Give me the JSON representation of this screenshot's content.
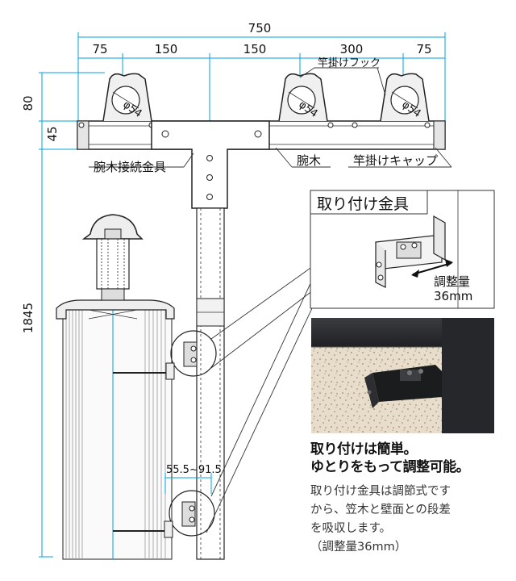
{
  "dimensions": {
    "total_width": "750",
    "w1": "75",
    "w2": "150",
    "w3": "150",
    "w4": "300",
    "w5": "75",
    "h_top": "80",
    "h_beam": "45",
    "h_total": "1845",
    "hook_dia": "φ54",
    "adjust_range": "55.5~91.5"
  },
  "labels": {
    "hook": "竿掛けフック",
    "arm_bracket": "腕木接続金具",
    "arm": "腕木",
    "cap": "竿掛けキャップ",
    "detail_title": "取り付け金具",
    "adjust_label": "調整量",
    "adjust_value": "36mm"
  },
  "caption": {
    "heading_line1": "取り付けは簡単。",
    "heading_line2": "ゆとりをもって調整可能。",
    "body_line1": "取り付け金具は調節式です",
    "body_line2": "から、笠木と壁面との段差",
    "body_line3": "を吸収します。",
    "body_line4": "（調整量36mm）"
  },
  "colors": {
    "dimension_line": "#00a0e0",
    "photo_dark": "#2a2c30",
    "photo_wall": "#e7dcc9"
  }
}
